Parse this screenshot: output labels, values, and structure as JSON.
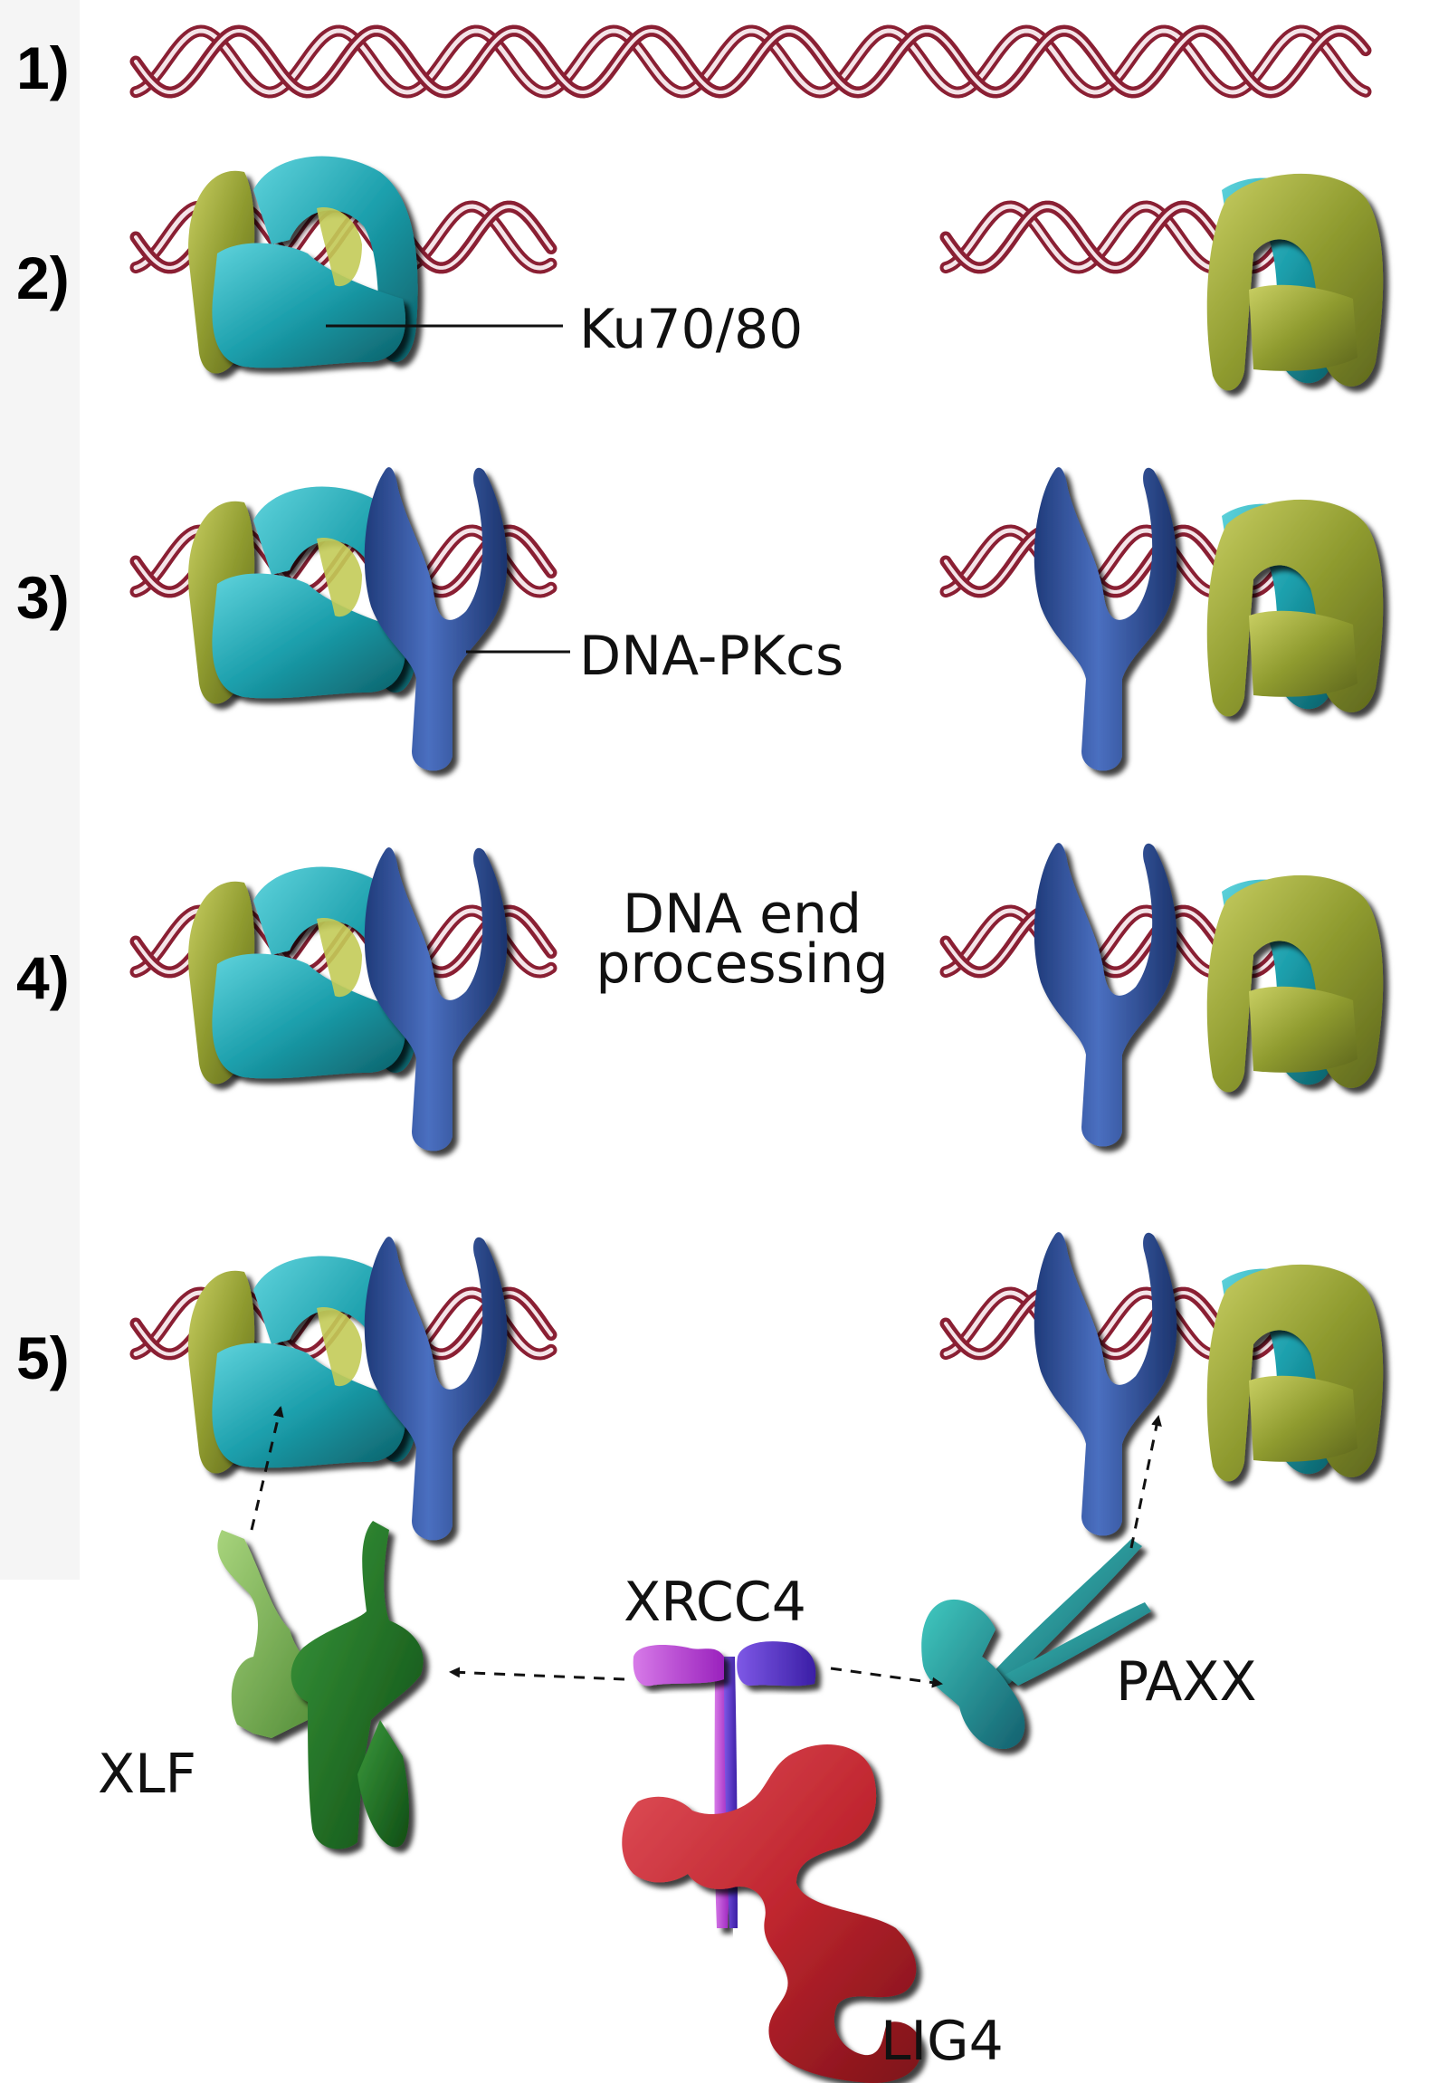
{
  "steps": [
    "1)",
    "2)",
    "3)",
    "4)",
    "5)"
  ],
  "labels": {
    "ku": "Ku70/80",
    "dnapkcs": "DNA-PKcs",
    "processing_line1": "DNA end",
    "processing_line2": "processing",
    "xrcc4": "XRCC4",
    "paxx": "PAXX",
    "xlf": "XLF",
    "lig4": "LIG4"
  },
  "colors": {
    "dna": "#8a1f33",
    "dna_light": "#f4e4e8",
    "ku_teal": "#1b9eab",
    "ku_olive": "#8f9b2f",
    "ku_olive_light": "#b8c04a",
    "dnapkcs": "#2f519c",
    "xlf_light": "#6fa84a",
    "xlf_dark": "#1d6a22",
    "xrcc4_magenta": "#b03ad1",
    "xrcc4_violet": "#5a2fd0",
    "lig4": "#c0262f",
    "paxx_teal": "#1c8a94",
    "paxx_light": "#35c8b8",
    "panel_bg": "#f5f5f5"
  }
}
